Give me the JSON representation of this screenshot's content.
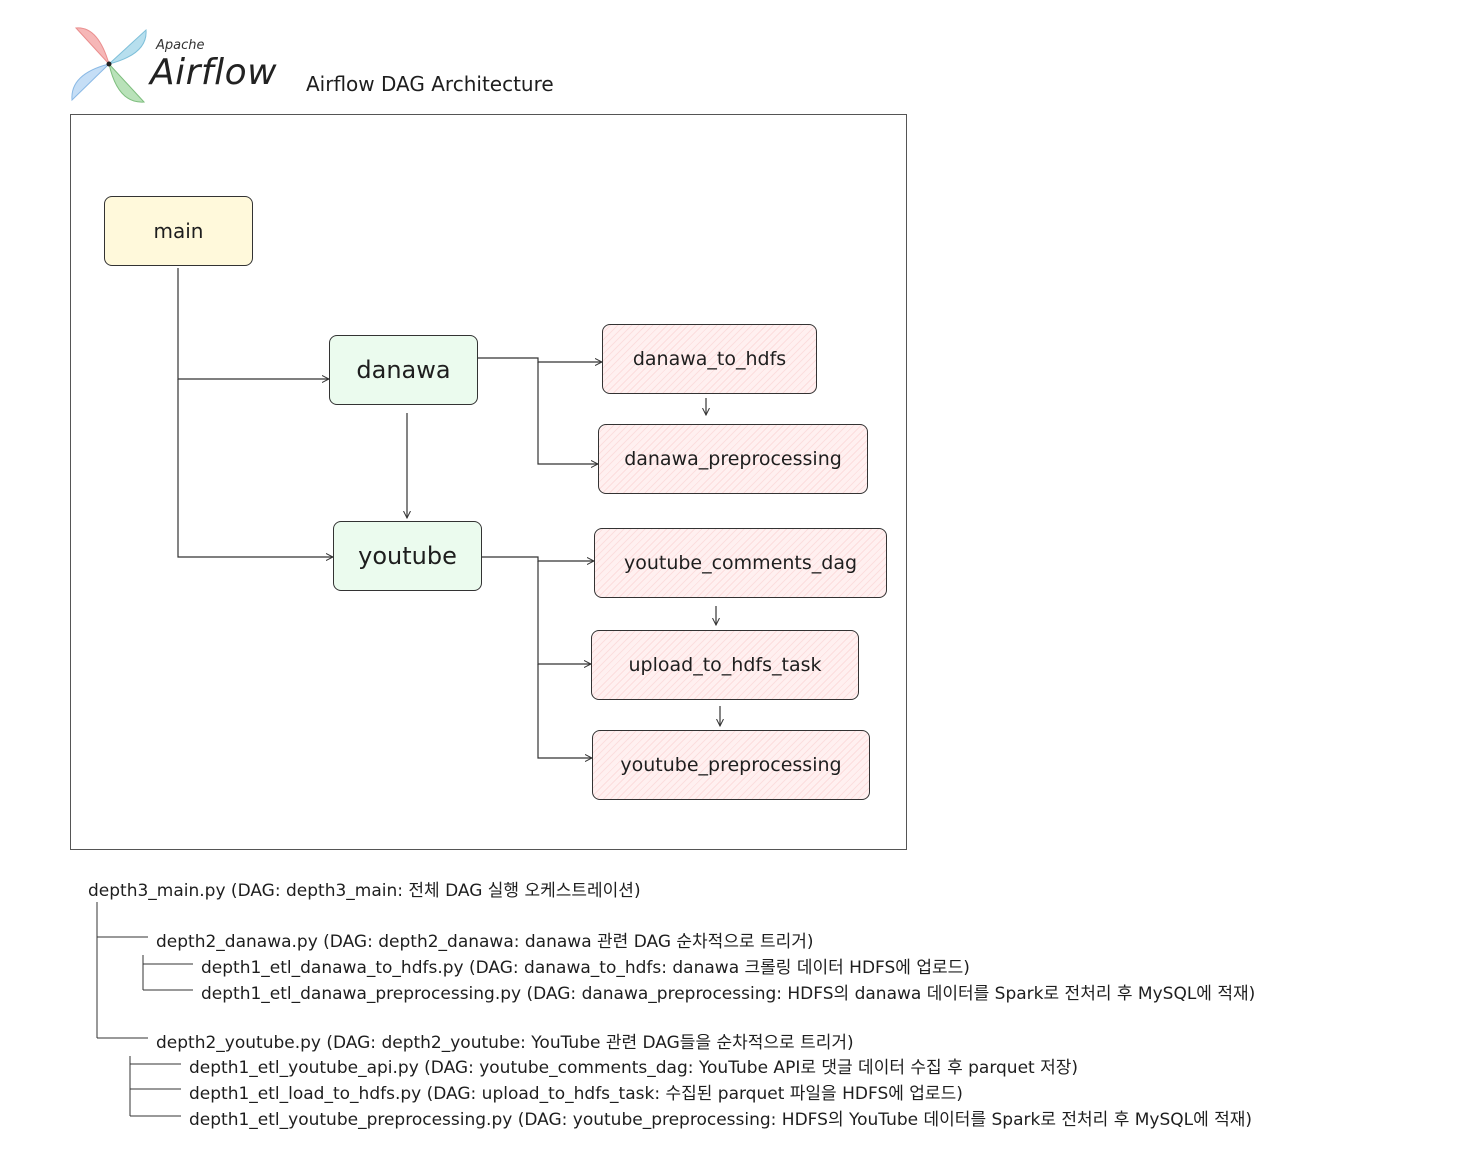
{
  "logo": {
    "apache": "Apache",
    "airflow": "Airflow"
  },
  "title": "Airflow DAG Architecture",
  "nodes": {
    "main": "main",
    "danawa": "danawa",
    "danawa_to_hdfs": "danawa_to_hdfs",
    "danawa_preprocessing": "danawa_preprocessing",
    "youtube": "youtube",
    "youtube_comments_dag": "youtube_comments_dag",
    "upload_to_hdfs_task": "upload_to_hdfs_task",
    "youtube_preprocessing": "youtube_preprocessing"
  },
  "edges": [
    [
      "main",
      "danawa"
    ],
    [
      "main",
      "youtube"
    ],
    [
      "danawa",
      "youtube"
    ],
    [
      "danawa",
      "danawa_to_hdfs"
    ],
    [
      "danawa",
      "danawa_preprocessing"
    ],
    [
      "danawa_to_hdfs",
      "danawa_preprocessing"
    ],
    [
      "youtube",
      "youtube_comments_dag"
    ],
    [
      "youtube",
      "upload_to_hdfs_task"
    ],
    [
      "youtube",
      "youtube_preprocessing"
    ],
    [
      "youtube_comments_dag",
      "upload_to_hdfs_task"
    ],
    [
      "upload_to_hdfs_task",
      "youtube_preprocessing"
    ]
  ],
  "colors": {
    "main": "#fff9db",
    "group": "#ebfbee",
    "task": "#fff0f0",
    "stroke": "#333333"
  },
  "tree": {
    "root": "depth3_main.py (DAG: depth3_main: 전체 DAG 실행 오케스트레이션)",
    "danawa": "depth2_danawa.py (DAG: depth2_danawa: danawa 관련 DAG 순차적으로 트리거)",
    "danawa_1": "depth1_etl_danawa_to_hdfs.py (DAG: danawa_to_hdfs: danawa 크롤링 데이터 HDFS에 업로드)",
    "danawa_2": "depth1_etl_danawa_preprocessing.py (DAG: danawa_preprocessing: HDFS의 danawa 데이터를 Spark로 전처리 후 MySQL에 적재)",
    "youtube": "depth2_youtube.py (DAG: depth2_youtube: YouTube 관련 DAG들을 순차적으로 트리거)",
    "youtube_1": "depth1_etl_youtube_api.py (DAG: youtube_comments_dag: YouTube API로 댓글 데이터 수집 후 parquet 저장)",
    "youtube_2": "depth1_etl_load_to_hdfs.py (DAG: upload_to_hdfs_task: 수집된 parquet 파일을 HDFS에 업로드)",
    "youtube_3": "depth1_etl_youtube_preprocessing.py (DAG: youtube_preprocessing: HDFS의 YouTube 데이터를 Spark로 전처리 후 MySQL에 적재)"
  }
}
